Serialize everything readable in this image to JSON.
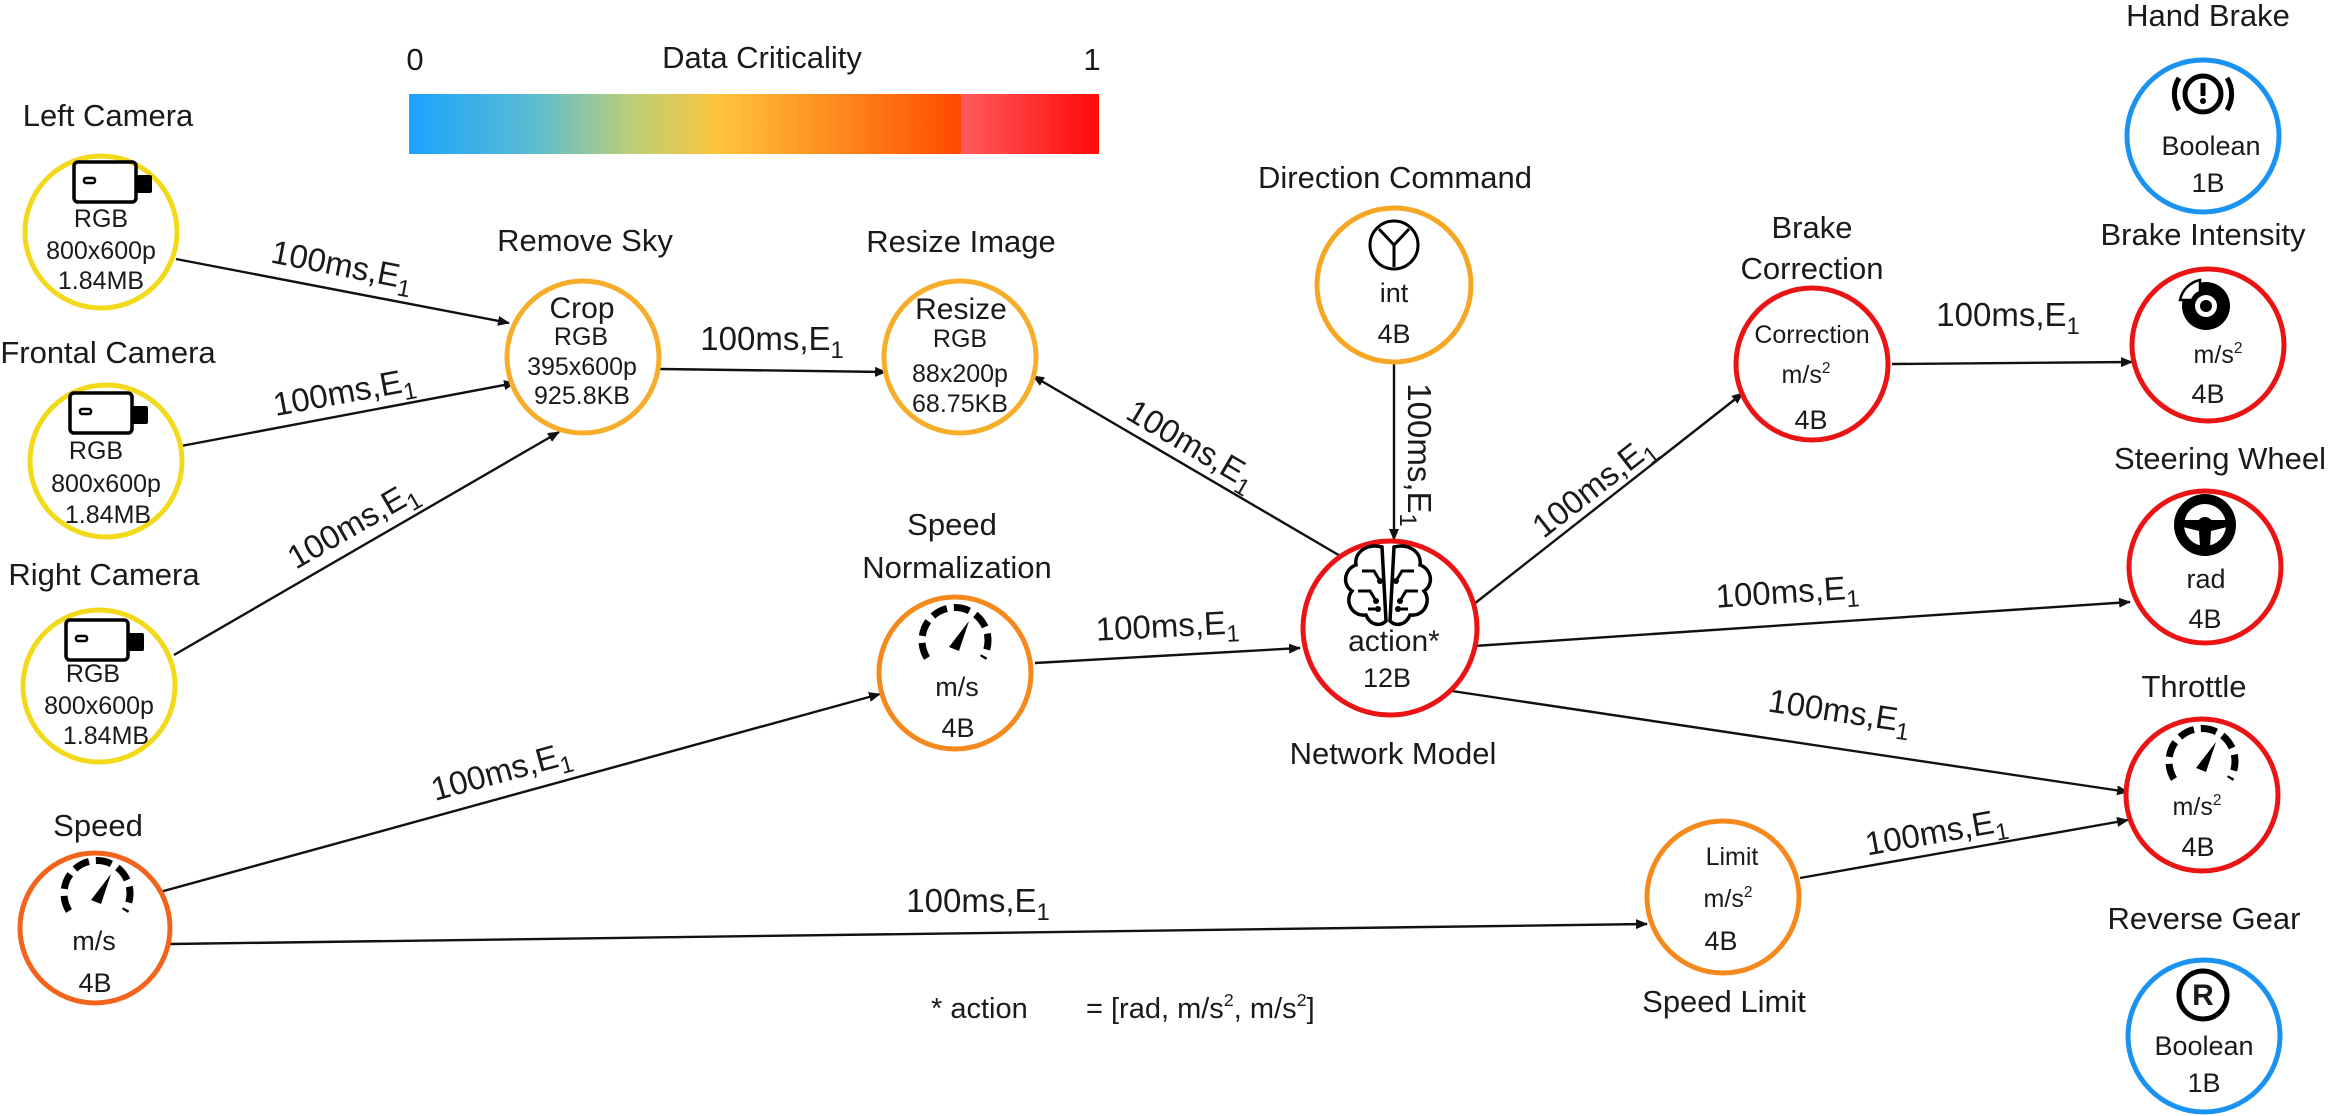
{
  "legend": {
    "title": "Data Criticality",
    "min_label": "0",
    "max_label": "1",
    "gradient_stops": [
      "#1aa3ff",
      "#8cc9a0",
      "#e3cf4a",
      "#ffb832",
      "#ff8a1e",
      "#ff4a00",
      "#ff5a5a",
      "#ff0a0a"
    ]
  },
  "colors": {
    "yellow": "#f2da1a",
    "light_orange": "#f5a623",
    "orange": "#f5891e",
    "deep_orange": "#f2631c",
    "red": "#ea1414",
    "blue": "#1a92f2",
    "edge": "#111111"
  },
  "nodes": {
    "left_camera": {
      "label": "Left Camera",
      "icon": "camera-icon",
      "lines": [
        "RGB",
        "800x600p",
        "1.84MB"
      ]
    },
    "frontal_camera": {
      "label": "Frontal Camera",
      "icon": "camera-icon",
      "lines": [
        "RGB",
        "800x600p",
        "1.84MB"
      ]
    },
    "right_camera": {
      "label": "Right Camera",
      "icon": "camera-icon",
      "lines": [
        "RGB",
        "800x600p",
        "1.84MB"
      ]
    },
    "remove_sky": {
      "label": "Remove Sky",
      "lines": [
        "Crop",
        "RGB",
        "395x600p",
        "925.8KB"
      ]
    },
    "resize_image": {
      "label": "Resize Image",
      "lines": [
        "Resize",
        "RGB",
        "88x200p",
        "68.75KB"
      ]
    },
    "direction_command": {
      "label": "Direction Command",
      "icon": "direction-icon",
      "lines": [
        "int",
        "4B"
      ]
    },
    "speed": {
      "label": "Speed",
      "icon": "speedometer-icon",
      "lines": [
        "m/s",
        "4B"
      ]
    },
    "speed_normalization": {
      "label_lines": [
        "Speed",
        "Normalization"
      ],
      "icon": "speedometer-icon",
      "lines": [
        "m/s",
        "4B"
      ]
    },
    "network_model": {
      "label": "Network Model",
      "icon": "brain-icon",
      "lines": [
        "action*",
        "12B"
      ]
    },
    "brake_correction": {
      "label_lines": [
        "Brake",
        "Correction"
      ],
      "lines": [
        "Correction",
        "m/s",
        "2",
        "4B"
      ]
    },
    "speed_limit": {
      "label": "Speed Limit",
      "lines": [
        "Limit",
        "m/s",
        "2",
        "4B"
      ]
    },
    "hand_brake": {
      "label": "Hand Brake",
      "icon": "hand-brake-icon",
      "lines": [
        "Boolean",
        "1B"
      ]
    },
    "brake_intensity": {
      "label": "Brake Intensity",
      "icon": "brake-disc-icon",
      "lines": [
        "m/s",
        "2",
        "4B"
      ]
    },
    "steering_wheel": {
      "label": "Steering Wheel",
      "icon": "steering-wheel-icon",
      "lines": [
        "rad",
        "4B"
      ]
    },
    "throttle": {
      "label": "Throttle",
      "icon": "speedometer-icon",
      "lines": [
        "m/s",
        "2",
        "4B"
      ]
    },
    "reverse_gear": {
      "label": "Reverse Gear",
      "icon": "reverse-gear-icon",
      "lines": [
        "Boolean",
        "1B"
      ]
    }
  },
  "edge_label": {
    "text": "100ms,E",
    "sub": "1"
  },
  "edges": [
    {
      "from": "Left Camera",
      "to": "Remove Sky"
    },
    {
      "from": "Frontal Camera",
      "to": "Remove Sky"
    },
    {
      "from": "Right Camera",
      "to": "Remove Sky"
    },
    {
      "from": "Remove Sky",
      "to": "Resize Image"
    },
    {
      "from": "Network Model",
      "to": "Resize Image"
    },
    {
      "from": "Direction Command",
      "to": "Network Model"
    },
    {
      "from": "Speed",
      "to": "Speed Normalization"
    },
    {
      "from": "Speed Normalization",
      "to": "Network Model"
    },
    {
      "from": "Speed",
      "to": "Speed Limit"
    },
    {
      "from": "Network Model",
      "to": "Brake Correction"
    },
    {
      "from": "Network Model",
      "to": "Steering Wheel"
    },
    {
      "from": "Network Model",
      "to": "Throttle"
    },
    {
      "from": "Brake Correction",
      "to": "Brake Intensity"
    },
    {
      "from": "Speed Limit",
      "to": "Throttle"
    }
  ],
  "footnote": {
    "prefix": "* action",
    "eq": "= [rad, m/s",
    "sup": "2",
    "sep": ", m/s",
    "end": "]"
  }
}
